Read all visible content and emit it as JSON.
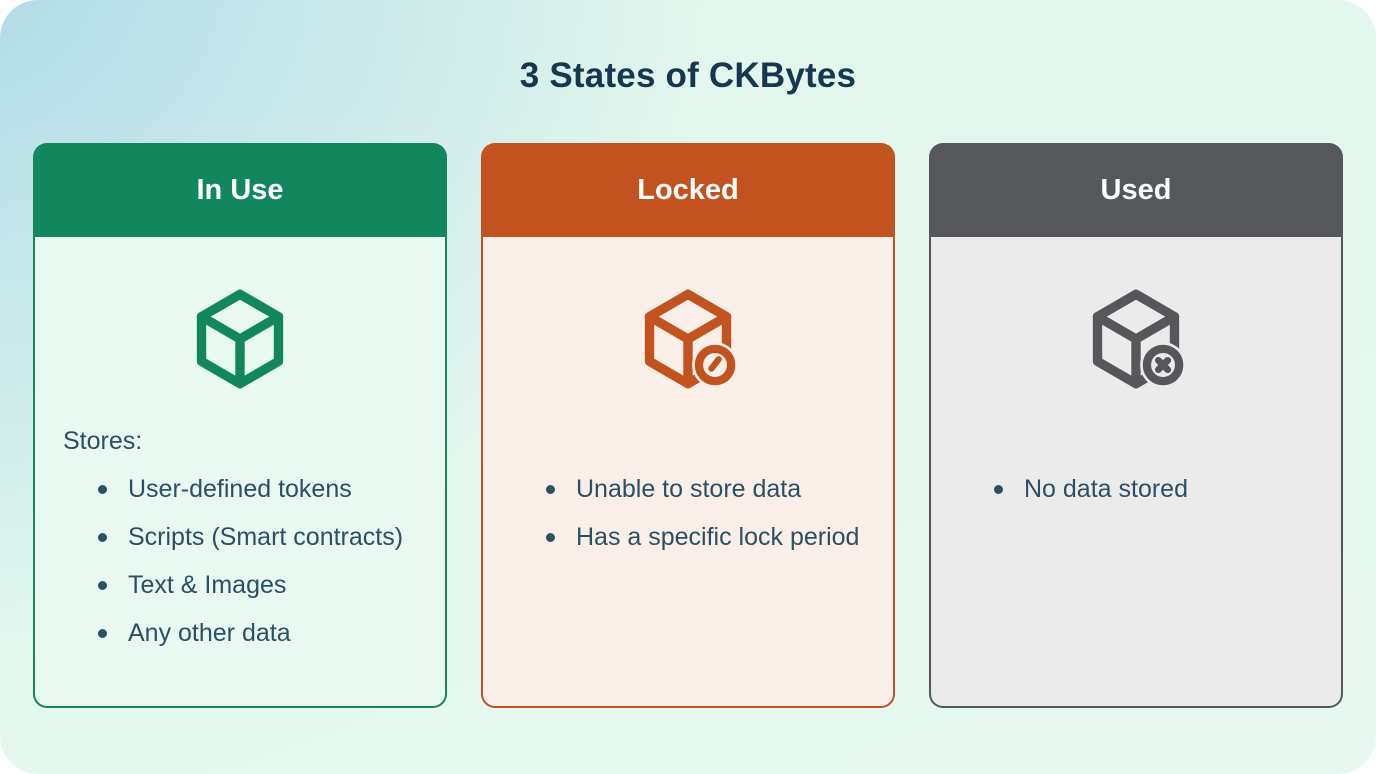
{
  "title": "3 States of CKBytes",
  "colors": {
    "title_text": "#16384e",
    "body_text": "#2c5063",
    "background_top_left": "#aed9e8",
    "background_main": "#e2f6ec"
  },
  "cards": [
    {
      "header": "In Use",
      "icon": "cube-icon",
      "accent_color": "#12875d",
      "body_bg_color": "#e7f9f0",
      "lead": "Stores:",
      "bullets": [
        "User-defined tokens",
        "Scripts (Smart contracts)",
        "Text & Images",
        "Any other data"
      ]
    },
    {
      "header": "Locked",
      "icon": "cube-clock-icon",
      "accent_color": "#c2521e",
      "body_bg_color": "#faeee8",
      "lead": "",
      "bullets": [
        "Unable to store data",
        "Has a specific lock period"
      ]
    },
    {
      "header": "Used",
      "icon": "cube-x-icon",
      "accent_color": "#55575a",
      "body_bg_color": "#ebebec",
      "lead": "",
      "bullets": [
        "No data stored"
      ]
    }
  ]
}
